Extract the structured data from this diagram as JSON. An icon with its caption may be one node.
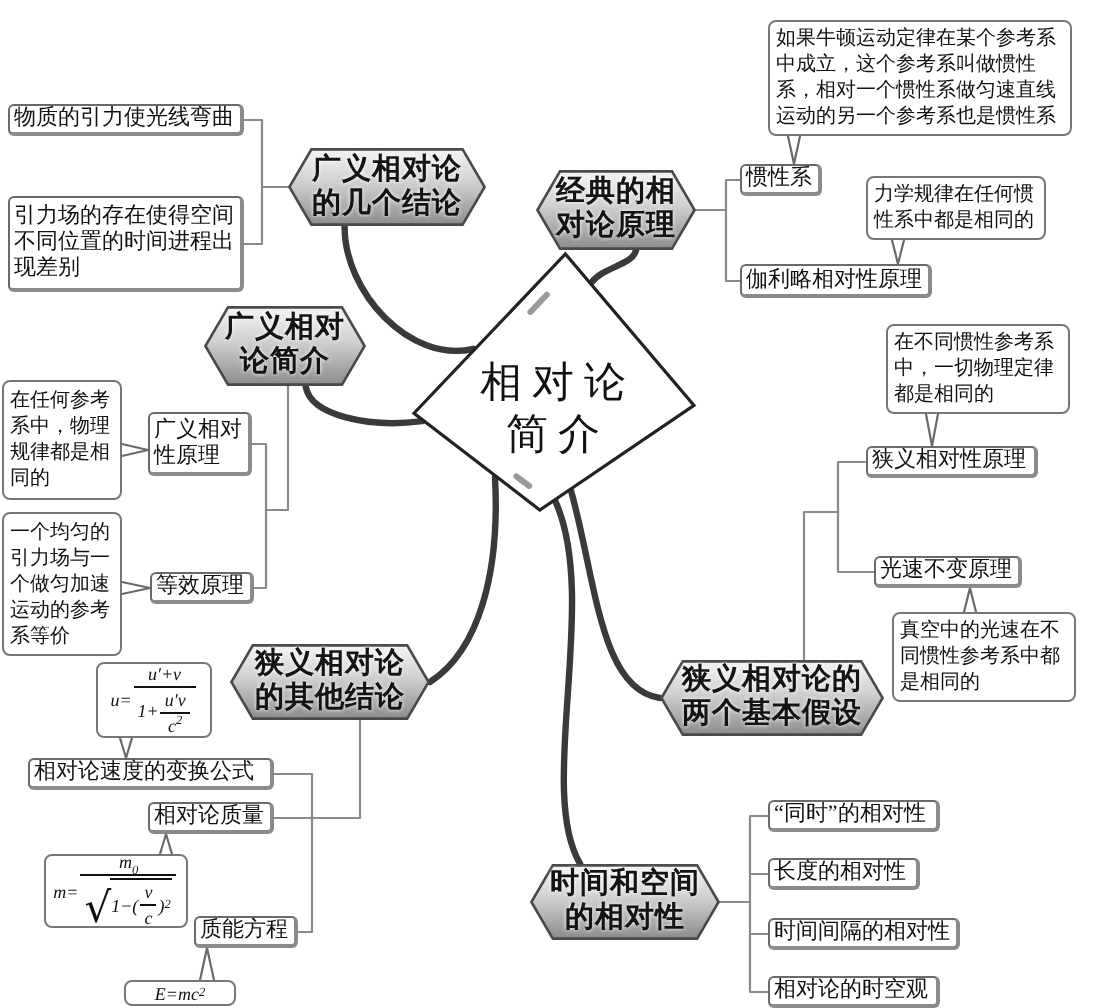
{
  "diagram": {
    "nodes": [
      {
        "text": [
          "相对论简介"
        ]
      },
      {
        "text": [
          "广义相对论的几个结论"
        ]
      },
      {
        "text": [
          "物质的引力使光线弯曲"
        ]
      },
      {
        "text": [
          "引力场的存在使得空间不同位置的时间进程出现差别"
        ]
      },
      {
        "text": [
          "经典的相对论原理"
        ]
      },
      {
        "text": [
          "惯性系"
        ]
      },
      {
        "text": [
          "伽利略相对性原理"
        ]
      },
      {
        "text": [
          "如果牛顿运动定律在某个参考系中成立，这个参考系叫做惯性系，相对一个惯性系做匀速直线运动的另一个参考系也是惯性系"
        ]
      },
      {
        "text": [
          "力学规律在任何惯性系中都是相同的"
        ]
      },
      {
        "text": [
          "广义相对论简介"
        ]
      },
      {
        "text": [
          "广义相对性原理"
        ]
      },
      {
        "text": [
          "等效原理"
        ]
      },
      {
        "text": [
          "在任何参考系中，物理规律都是相同的"
        ]
      },
      {
        "text": [
          "一个均匀的引力场与一个做匀加速运动的参考系等价"
        ]
      },
      {
        "text": [
          "狭义相对论的两个基本假设"
        ]
      },
      {
        "text": [
          "狭义相对性原理"
        ]
      },
      {
        "text": [
          "光速不变原理"
        ]
      },
      {
        "text": [
          "在不同惯性参考系中，一切物理定律都是相同的"
        ]
      },
      {
        "text": [
          "真空中的光速在不同惯性参考系中都是相同的"
        ]
      },
      {
        "text": [
          "狭义相对论的其他结论"
        ]
      },
      {
        "text": [
          "相对论速度的变换公式"
        ]
      },
      {
        "text": [
          "相对论质量"
        ]
      },
      {
        "text": [
          "质能方程"
        ]
      },
      {
        "text": [
          "u=",
          "u′+v",
          "1+",
          "u′v",
          "c$^{2}$"
        ]
      },
      {
        "text": [
          "m=",
          "m$_{0}$",
          "√",
          "1−(",
          "v",
          "c",
          ")$^{2}$"
        ]
      },
      {
        "text": [
          "E=mc$^{2}$"
        ]
      },
      {
        "text": [
          "时间和空间的相对性"
        ]
      },
      {
        "text": [
          "“同时”的相对性"
        ]
      },
      {
        "text": [
          "长度的相对性"
        ]
      },
      {
        "text": [
          "时间间隔的相对性"
        ]
      },
      {
        "text": [
          "相对论的时空观"
        ]
      }
    ],
    "edges": [
      {
        "from": 0,
        "to": 1,
        "arrow": "none",
        "style": "thick",
        "color": "#3a3a3a"
      },
      {
        "from": 0,
        "to": 4,
        "arrow": "none",
        "style": "thick",
        "color": "#3a3a3a"
      },
      {
        "from": 0,
        "to": 9,
        "arrow": "none",
        "style": "thick",
        "color": "#3a3a3a"
      },
      {
        "from": 0,
        "to": 14,
        "arrow": "none",
        "style": "thick",
        "color": "#3a3a3a"
      },
      {
        "from": 0,
        "to": 19,
        "arrow": "none",
        "style": "thick",
        "color": "#3a3a3a"
      },
      {
        "from": 0,
        "to": 26,
        "arrow": "none",
        "style": "thick",
        "color": "#3a3a3a"
      },
      {
        "from": 1,
        "to": 2,
        "arrow": "none"
      },
      {
        "from": 1,
        "to": 3,
        "arrow": "none"
      },
      {
        "from": 4,
        "to": 5,
        "arrow": "none"
      },
      {
        "from": 4,
        "to": 6,
        "arrow": "none"
      },
      {
        "from": 7,
        "to": 5,
        "arrow": "to"
      },
      {
        "from": 8,
        "to": 6,
        "arrow": "to"
      },
      {
        "from": 9,
        "to": 10,
        "arrow": "none"
      },
      {
        "from": 9,
        "to": 11,
        "arrow": "none"
      },
      {
        "from": 12,
        "to": 10,
        "arrow": "to"
      },
      {
        "from": 13,
        "to": 11,
        "arrow": "to"
      },
      {
        "from": 14,
        "to": 15,
        "arrow": "none"
      },
      {
        "from": 14,
        "to": 16,
        "arrow": "none"
      },
      {
        "from": 17,
        "to": 15,
        "arrow": "to"
      },
      {
        "from": 18,
        "to": 16,
        "arrow": "to"
      },
      {
        "from": 19,
        "to": 20,
        "arrow": "none"
      },
      {
        "from": 19,
        "to": 21,
        "arrow": "none"
      },
      {
        "from": 19,
        "to": 22,
        "arrow": "none"
      },
      {
        "from": 23,
        "to": 20,
        "arrow": "to"
      },
      {
        "from": 24,
        "to": 21,
        "arrow": "to"
      },
      {
        "from": 25,
        "to": 22,
        "arrow": "to"
      },
      {
        "from": 26,
        "to": 27,
        "arrow": "none"
      },
      {
        "from": 26,
        "to": 28,
        "arrow": "none"
      },
      {
        "from": 26,
        "to": 29,
        "arrow": "none"
      },
      {
        "from": 26,
        "to": 30,
        "arrow": "none"
      }
    ]
  }
}
